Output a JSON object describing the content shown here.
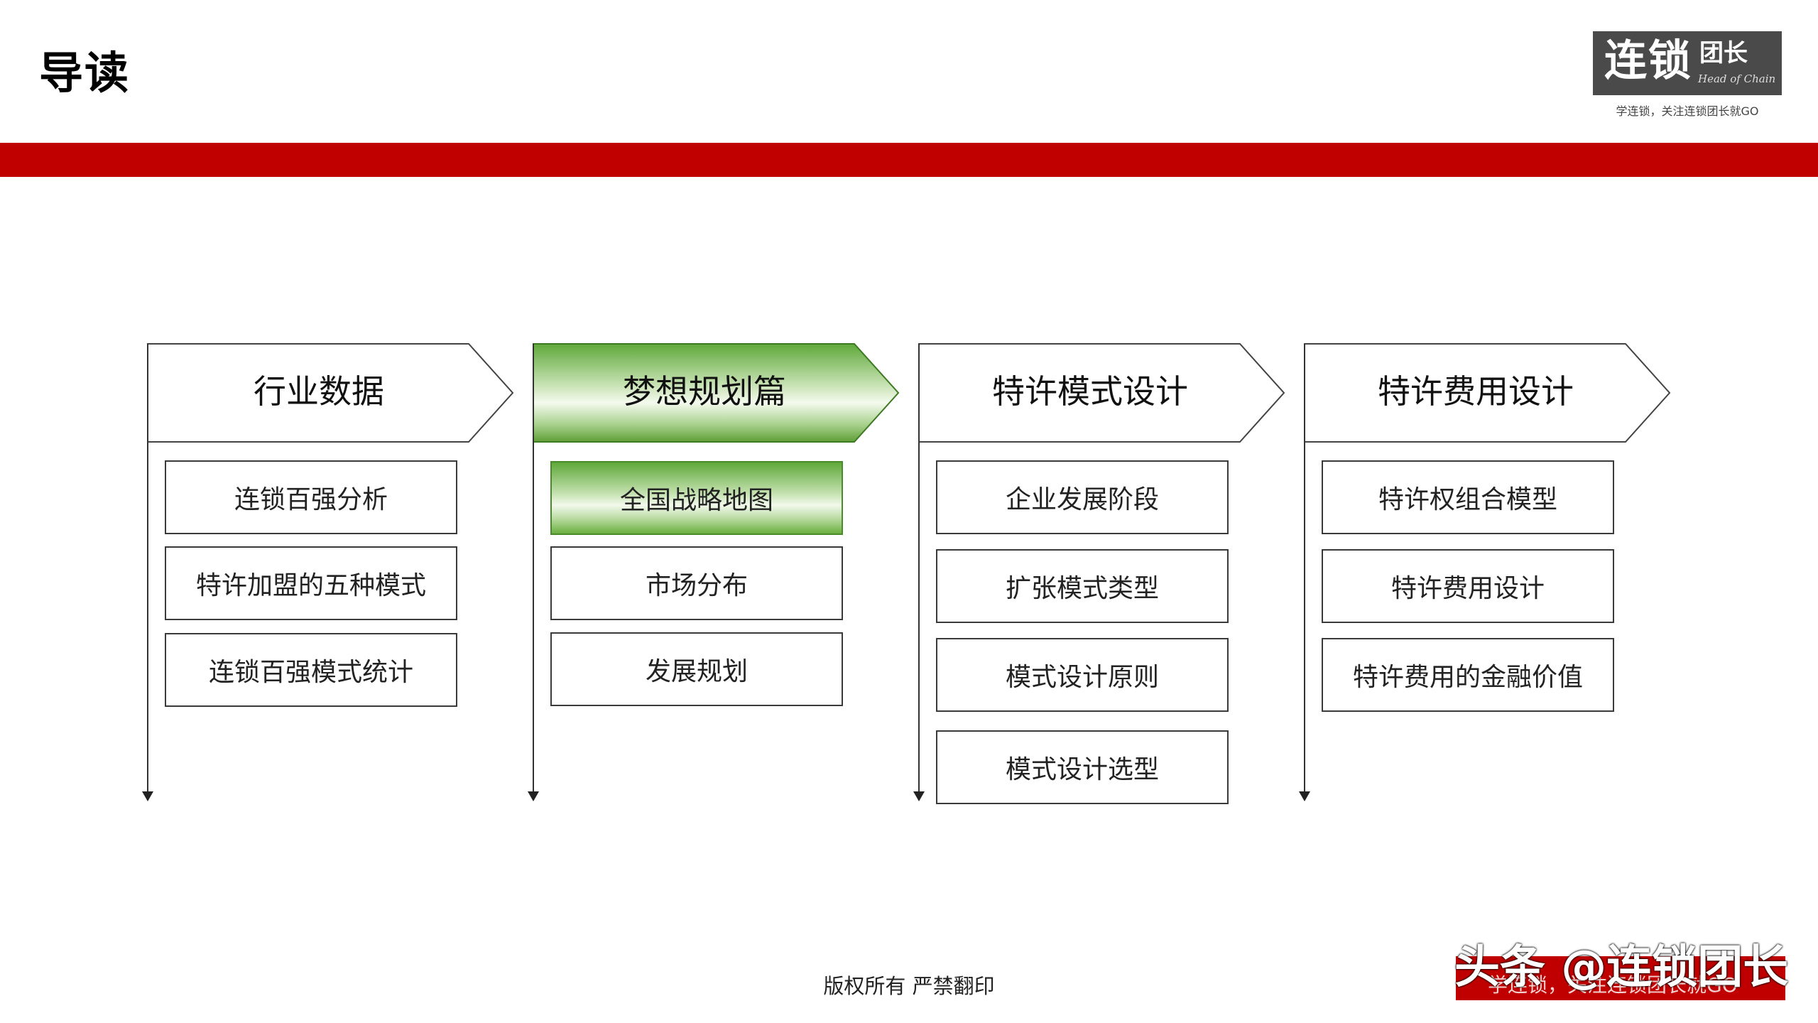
{
  "header": {
    "title": "导读"
  },
  "logo": {
    "main": "连锁",
    "sub": "团长",
    "english": "Head of Chain",
    "slogan": "学连锁，关注连锁团长就GO"
  },
  "columns": [
    {
      "heading": "行业数据",
      "active": false,
      "items": [
        {
          "label": "连锁百强分析",
          "active": false
        },
        {
          "label": "特许加盟的五种模式",
          "active": false
        },
        {
          "label": "连锁百强模式统计",
          "active": false
        }
      ]
    },
    {
      "heading": "梦想规划篇",
      "active": true,
      "items": [
        {
          "label": "全国战略地图",
          "active": true
        },
        {
          "label": "市场分布",
          "active": false
        },
        {
          "label": "发展规划",
          "active": false
        }
      ]
    },
    {
      "heading": "特许模式设计",
      "active": false,
      "items": [
        {
          "label": "企业发展阶段",
          "active": false
        },
        {
          "label": "扩张模式类型",
          "active": false
        },
        {
          "label": "模式设计原则",
          "active": false
        },
        {
          "label": "模式设计选型",
          "active": false
        }
      ]
    },
    {
      "heading": "特许费用设计",
      "active": false,
      "items": [
        {
          "label": "特许权组合模型",
          "active": false
        },
        {
          "label": "特许费用设计",
          "active": false
        },
        {
          "label": "特许费用的金融价值",
          "active": false
        }
      ]
    }
  ],
  "footer": {
    "copyright": "版权所有  严禁翻印"
  },
  "watermark": {
    "main": "头条 @连锁团长",
    "sub": "学连锁，关注连锁团长就GO"
  },
  "colors": {
    "brand_red": "#c00000",
    "active_green": "#6aaf40"
  }
}
